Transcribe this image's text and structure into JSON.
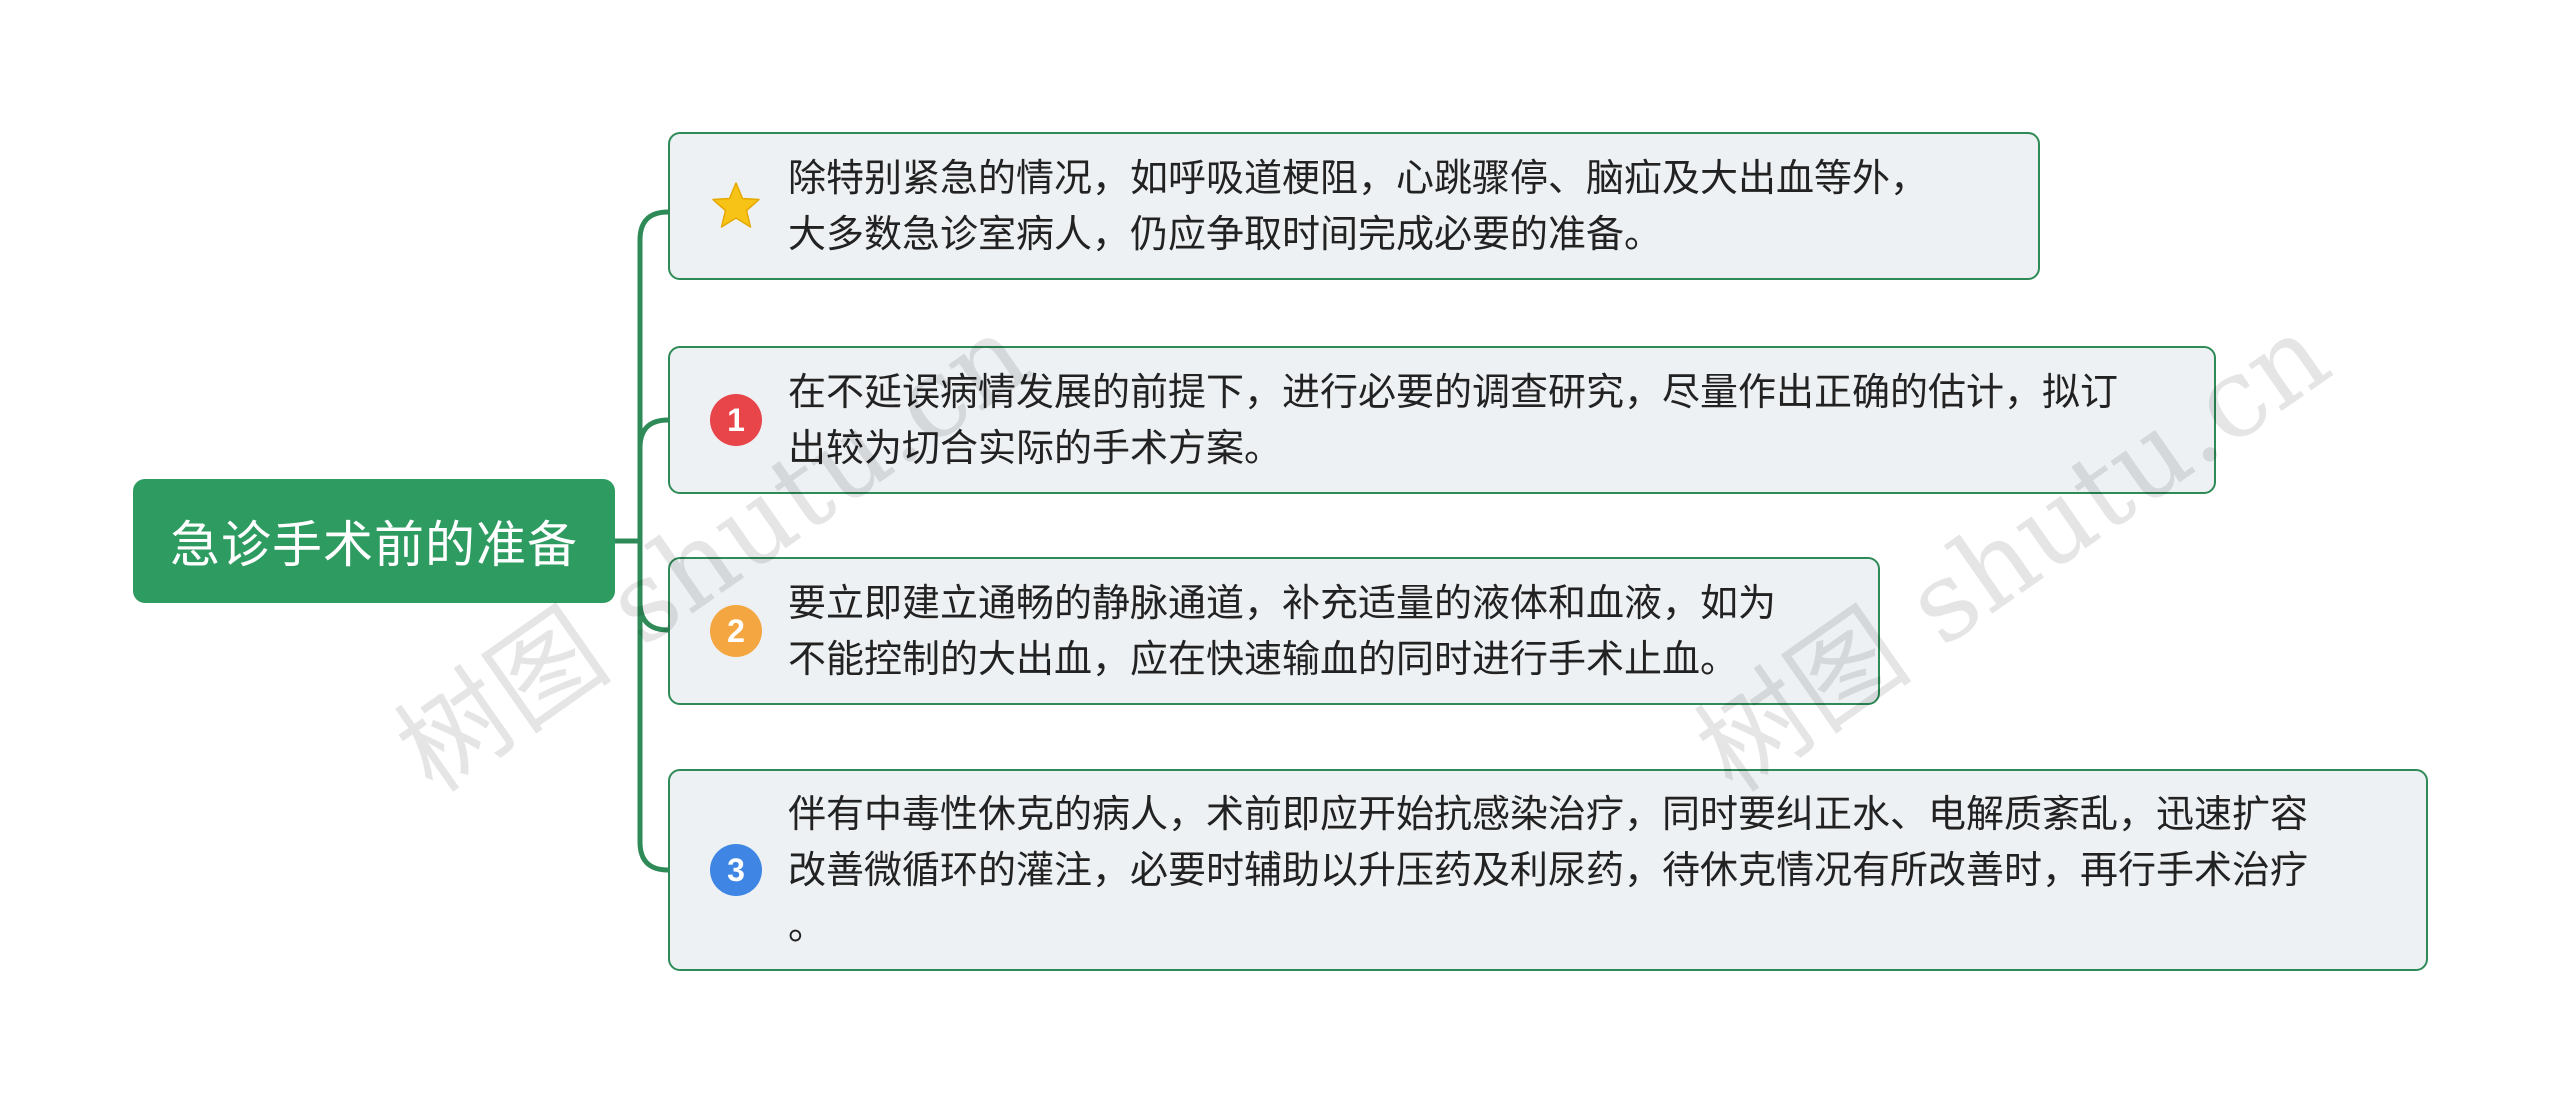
{
  "root": {
    "label": "急诊手术前的准备"
  },
  "colors": {
    "root_fill": "#2e9b61",
    "connector": "#2e8b57",
    "node_fill": "#eef1f3",
    "node_border": "#2e8b57",
    "badge_1": "#e8454a",
    "badge_2": "#f4a640",
    "badge_3": "#3f86e4",
    "star": "#f7c316"
  },
  "branches": [
    {
      "icon": "star-icon",
      "badge": "",
      "lines": [
        "除特别紧急的情况，如呼吸道梗阻，心跳骤停、脑疝及大出血等外，",
        "大多数急诊室病人，仍应争取时间完成必要的准备。"
      ]
    },
    {
      "icon": "priority-1-icon",
      "badge": "1",
      "lines": [
        "在不延误病情发展的前提下，进行必要的调查研究，尽量作出正确的估计，拟订",
        "出较为切合实际的手术方案。"
      ]
    },
    {
      "icon": "priority-2-icon",
      "badge": "2",
      "lines": [
        "要立即建立通畅的静脉通道，补充适量的液体和血液，如为",
        "不能控制的大出血，应在快速输血的同时进行手术止血。"
      ]
    },
    {
      "icon": "priority-3-icon",
      "badge": "3",
      "lines": [
        "伴有中毒性休克的病人，术前即应开始抗感染治疗，同时要纠正水、电解质紊乱，迅速扩容",
        "改善微循环的灌注，必要时辅助以升压药及利尿药，待休克情况有所改善时，再行手术治疗",
        "。"
      ]
    }
  ],
  "watermarks": [
    "树图 shutu.cn",
    "树图 shutu.cn"
  ]
}
